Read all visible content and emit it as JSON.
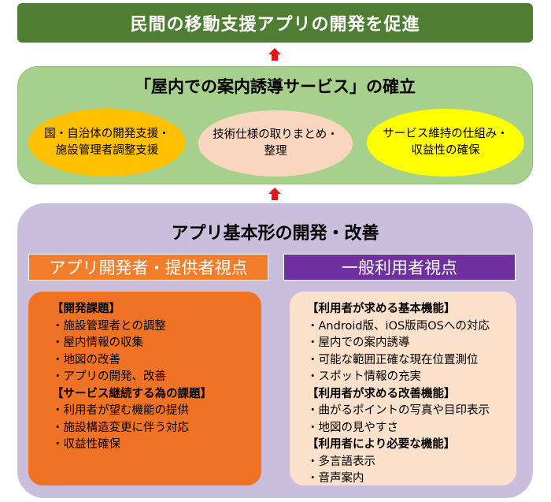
{
  "top_banner": {
    "title": "民間の移動支援アプリの開発を促進"
  },
  "middle": {
    "title": "「屋内での案内誘導サービス」の確立",
    "ellipses": [
      {
        "lines": [
          "国・自治体の開発支援・",
          "施設管理者調整支援"
        ],
        "color": "#ffc000"
      },
      {
        "lines": [
          "技術仕様の取りまとめ・",
          "整理"
        ],
        "color": "#f9d6bd"
      },
      {
        "lines": [
          "サービス維持の仕組み・",
          "収益性の確保"
        ],
        "color": "#ffff00"
      }
    ]
  },
  "bottom": {
    "title": "アプリ基本形の開発・改善",
    "developer": {
      "header": "アプリ開発者・提供者視点",
      "header_color": "#f27e2b",
      "sections": [
        {
          "heading": "【開発課題】",
          "items": [
            "・施設管理者との調整",
            "・屋内情報の収集",
            "・地図の改善",
            "・アプリの開発、改善"
          ]
        },
        {
          "heading": "【サービス継続する為の課題】",
          "items": [
            "・利用者が望む機能の提供",
            "・施設構造変更に伴う対応",
            "・収益性確保"
          ]
        }
      ]
    },
    "user": {
      "header": "一般利用者視点",
      "header_color": "#7030a0",
      "sections": [
        {
          "heading": "【利用者が求める基本機能】",
          "items": [
            "・Android版、iOS版両OSへの対応",
            "・屋内での案内誘導",
            "・可能な範囲正確な現在位置測位",
            "・スポット情報の充実"
          ]
        },
        {
          "heading": "【利用者が求める改善機能】",
          "items": [
            "・曲がるポイントの写真や目印表示",
            "・地図の見やすさ"
          ]
        },
        {
          "heading": "【利用者により必要な機能】",
          "items": [
            "・多言語表示",
            "・音声案内"
          ]
        }
      ]
    }
  },
  "colors": {
    "arrow": "#e0161b",
    "banner": "#4e7d33",
    "middle_panel": "#a8d08d",
    "bottom_panel": "#c9bfdd"
  }
}
